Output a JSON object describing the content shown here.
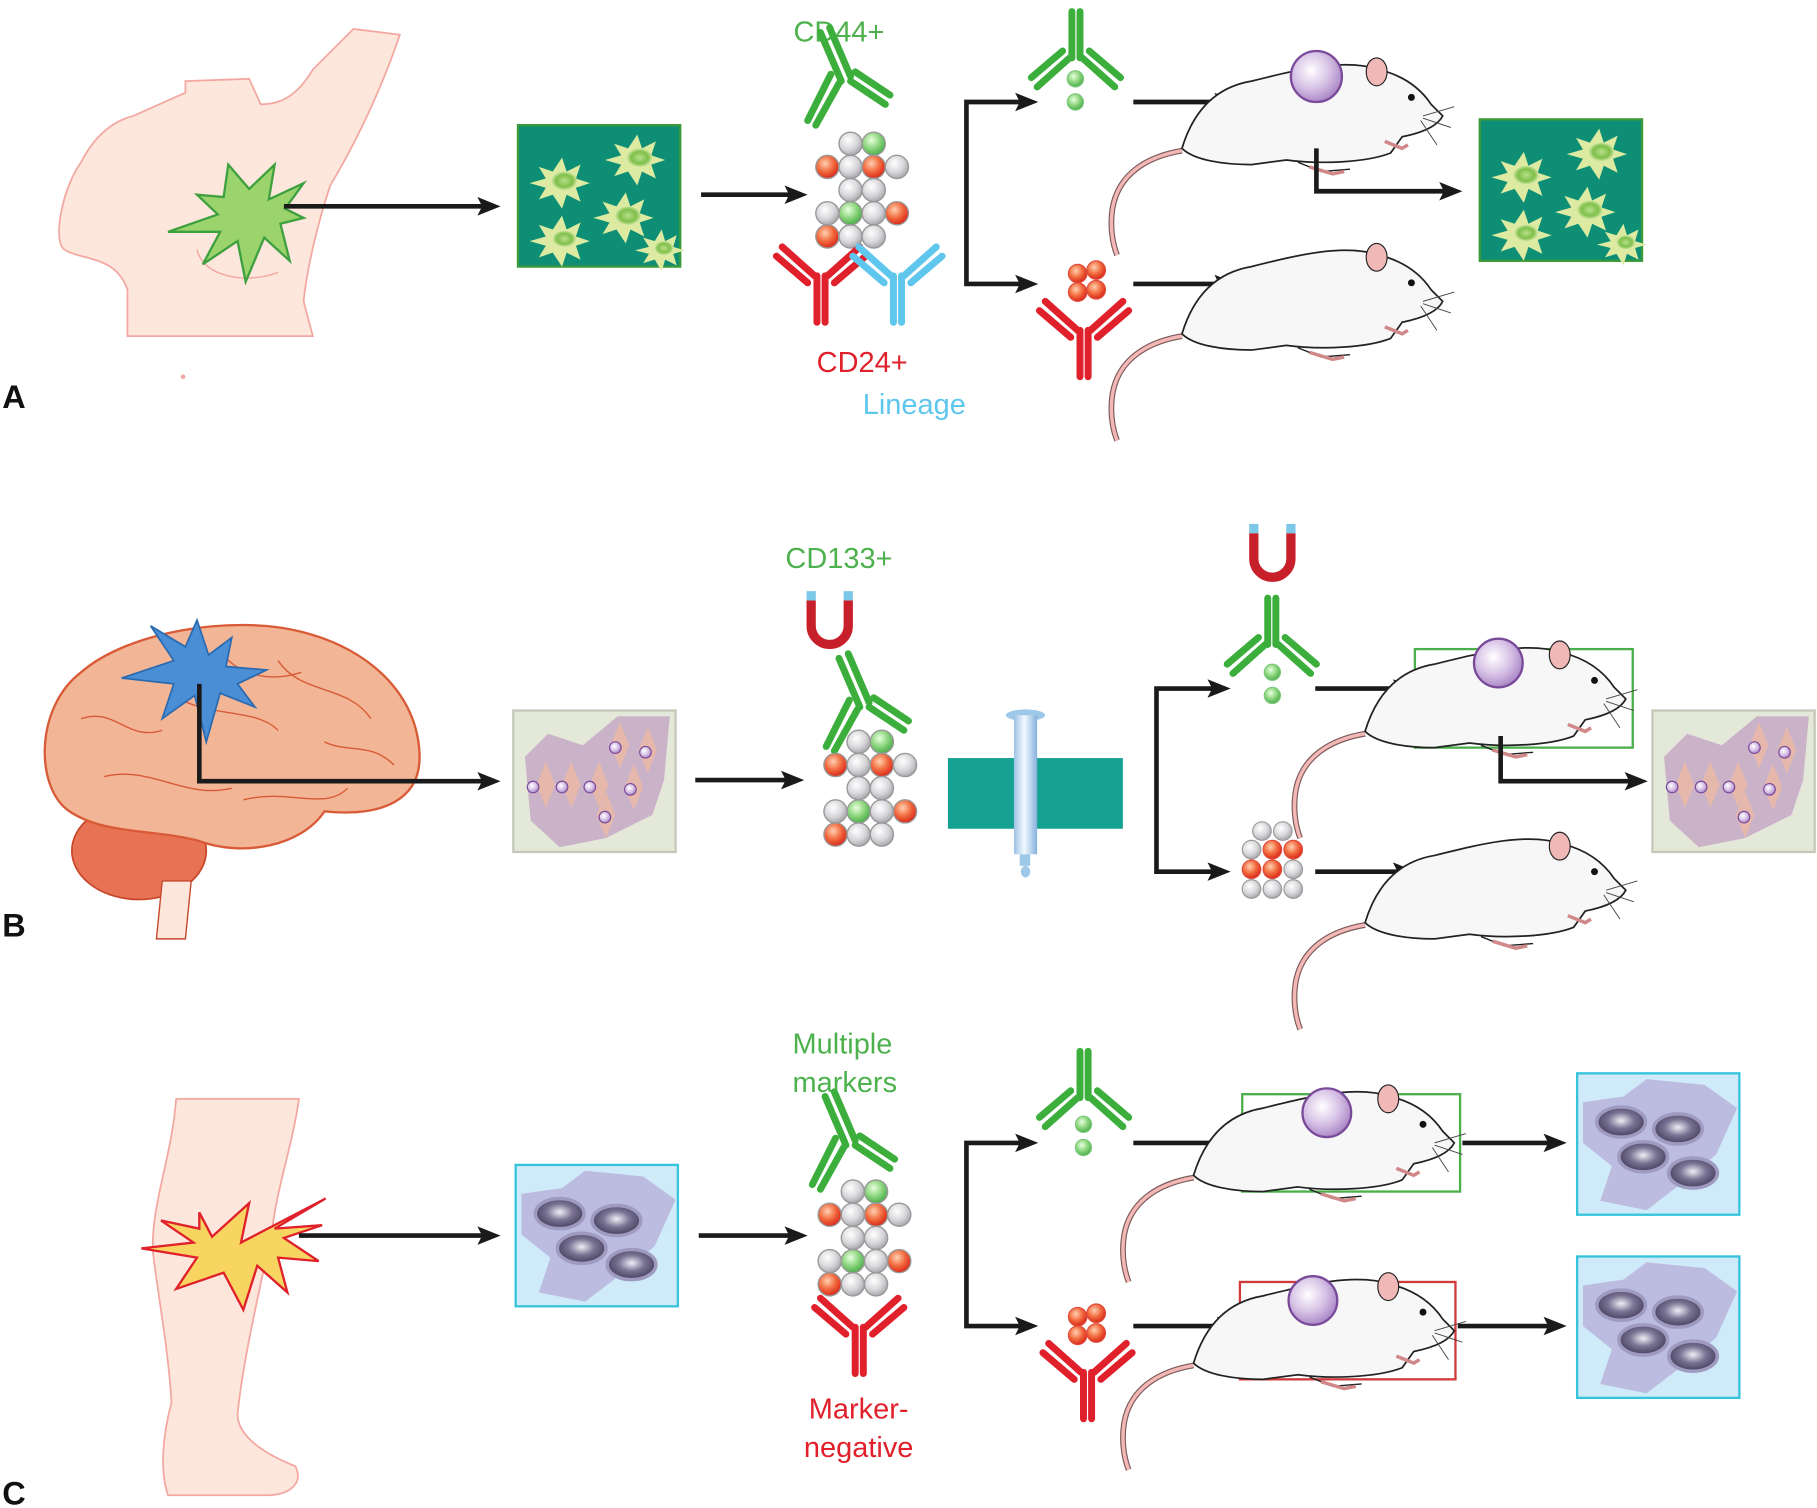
{
  "figure": {
    "panels": [
      {
        "letter": "A",
        "source_tissue": "breast",
        "tumor_color": "#8fd36a",
        "marker_labels": {
          "positive": "CD44+",
          "negative": "CD24+",
          "lineage": "Lineage"
        },
        "separation_method": "antibody sorting",
        "outcome_positive": "tumor formation",
        "outcome_negative": "no tumor"
      },
      {
        "letter": "B",
        "source_tissue": "brain",
        "tumor_color": "#4a8fd6",
        "marker_labels": {
          "positive": "CD133+"
        },
        "separation_method": "magnetic column",
        "outcome_positive": "tumor formation",
        "outcome_negative": "no tumor"
      },
      {
        "letter": "C",
        "source_tissue": "leg (bone)",
        "tumor_color": "#f7d560",
        "marker_labels": {
          "positive_line1": "Multiple",
          "positive_line2": "markers",
          "negative_line1": "Marker-",
          "negative_line2": "negative"
        },
        "separation_method": "antibody sorting",
        "outcome_positive": "tumor formation",
        "outcome_negative": "tumor formation"
      }
    ],
    "colors": {
      "positive_marker": "#3cae3c",
      "negative_marker": "#e0202a",
      "lineage_marker": "#5fc6ee",
      "label_green": "#4db14d",
      "label_red": "#e0202a",
      "label_blue": "#5fc6ee",
      "arrow": "#1a1a1a"
    }
  }
}
